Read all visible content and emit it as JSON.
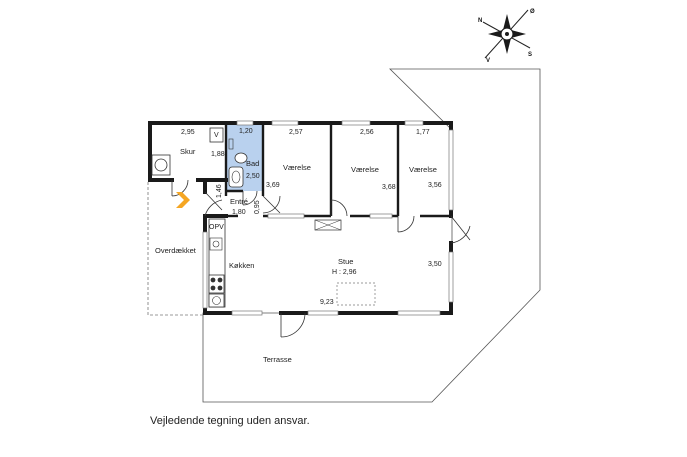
{
  "compass": {
    "north": "N",
    "south": "S",
    "west": "V",
    "east": "Ø"
  },
  "rooms": {
    "skur": {
      "name": "Skur",
      "width": "2,95",
      "depth": "1,88",
      "fixture": "V"
    },
    "bad": {
      "name": "Bad",
      "width": "1,20",
      "depth": "2,50"
    },
    "vaerelse1": {
      "name": "Værelse",
      "width": "2,57",
      "depth": "3,69"
    },
    "vaerelse2": {
      "name": "Værelse",
      "width": "2,56",
      "depth": "3,68"
    },
    "vaerelse3": {
      "name": "Værelse",
      "width": "1,77",
      "depth": "3,56"
    },
    "entre": {
      "name": "Entré",
      "width": "1,80",
      "height": "1,46",
      "door_gap": "0,95"
    },
    "koekken": {
      "name": "Køkken",
      "fixture": "OPV"
    },
    "stue": {
      "name": "Stue",
      "ceiling": "H : 2,96",
      "length": "9,23",
      "depth": "3,50"
    },
    "overdaekket": {
      "name": "Overdækket"
    },
    "terrasse": {
      "name": "Terrasse"
    }
  },
  "colors": {
    "wall": "#1a1a1a",
    "bathroom": "#b9d1ee",
    "window": "#9a9a9a",
    "outline": "#555555"
  },
  "footer": {
    "disclaimer": "Vejledende tegning uden ansvar."
  }
}
